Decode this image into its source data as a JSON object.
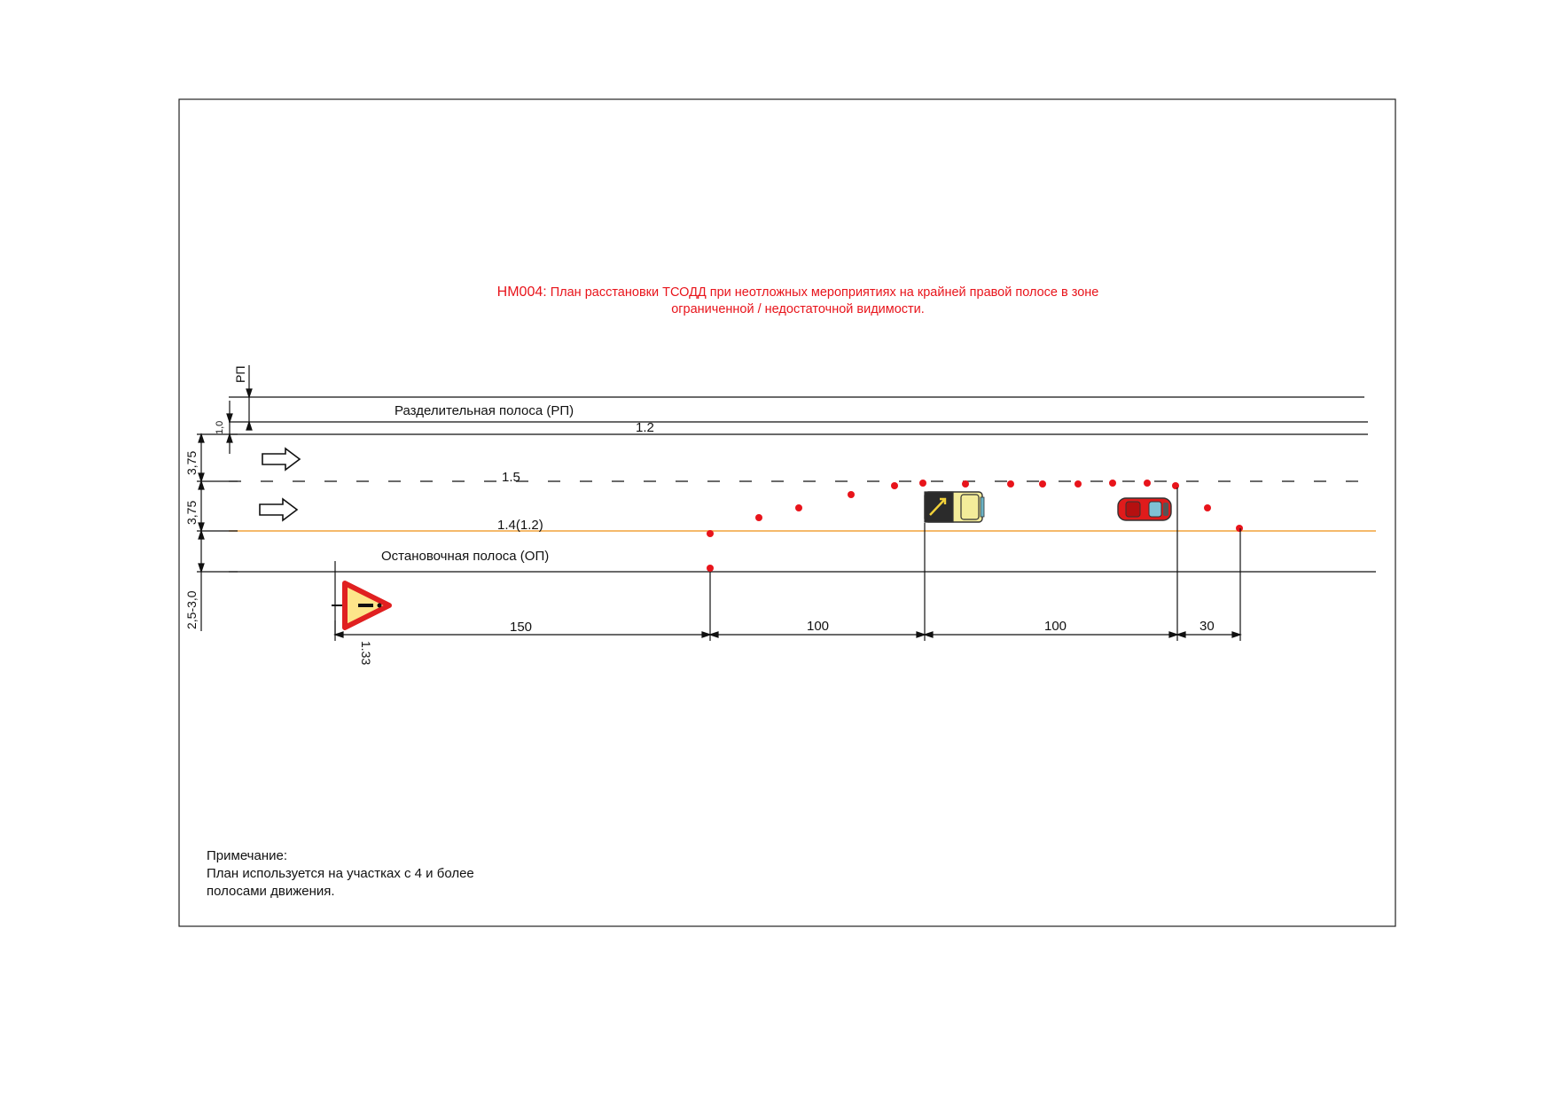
{
  "title": {
    "code": "НМ004:",
    "line1": "План расстановки ТСОДД при неотложных мероприятиях на крайней правой полосе в зоне",
    "line2": "ограниченной / недостаточной видимости."
  },
  "road": {
    "median_label": "Разделительная полоса (РП)",
    "median_abbr": "РП",
    "shoulder_label": "Остановочная полоса (ОП)",
    "marking_1_2": "1.2",
    "marking_1_5": "1.5",
    "marking_1_4": "1.4(1.2)",
    "sign_code": "1.33"
  },
  "widths": {
    "median_offset": "1,0",
    "lane1": "3,75",
    "lane2": "3,75",
    "shoulder": "2,5-3,0"
  },
  "distances": [
    "150",
    "100",
    "100",
    "30"
  ],
  "note": {
    "heading": "Примечание:",
    "line1": "План используется на участках с 4 и более",
    "line2": "полосами движения."
  },
  "colors": {
    "title": "#e8141b",
    "cone": "#e8141b",
    "edge_line": "#f2a23c",
    "truck_body": "#f4ec9a",
    "car_body": "#e01b1b",
    "sign_fill": "#fde58a",
    "sign_border": "#e02020"
  }
}
